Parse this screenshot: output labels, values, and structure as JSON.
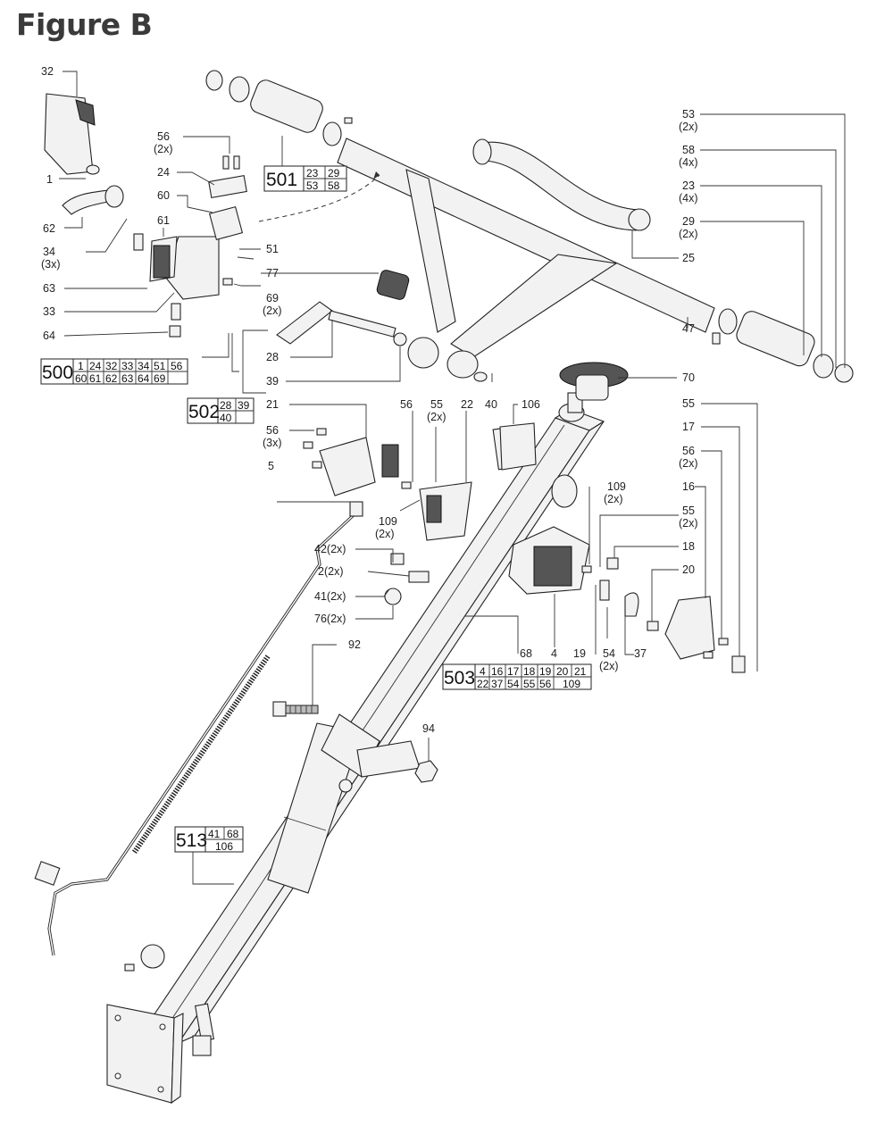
{
  "title": "Figure B",
  "callouts": [
    {
      "id": "c32",
      "text": "32"
    },
    {
      "id": "c1",
      "text": "1"
    },
    {
      "id": "c62",
      "text": "62"
    },
    {
      "id": "c34",
      "text": "34",
      "sub": "(3x)"
    },
    {
      "id": "c63",
      "text": "63"
    },
    {
      "id": "c33",
      "text": "33"
    },
    {
      "id": "c64",
      "text": "64"
    },
    {
      "id": "c56a",
      "text": "56",
      "sub": "(2x)"
    },
    {
      "id": "c24",
      "text": "24"
    },
    {
      "id": "c60",
      "text": "60"
    },
    {
      "id": "c61",
      "text": "61"
    },
    {
      "id": "c51",
      "text": "51"
    },
    {
      "id": "c77",
      "text": "77"
    },
    {
      "id": "c69",
      "text": "69",
      "sub": "(2x)"
    },
    {
      "id": "c28",
      "text": "28"
    },
    {
      "id": "c39",
      "text": "39"
    },
    {
      "id": "c53",
      "text": "53",
      "sub": "(2x)"
    },
    {
      "id": "c58",
      "text": "58",
      "sub": "(4x)"
    },
    {
      "id": "c23",
      "text": "23",
      "sub": "(4x)"
    },
    {
      "id": "c29",
      "text": "29",
      "sub": "(2x)"
    },
    {
      "id": "c25",
      "text": "25"
    },
    {
      "id": "c47",
      "text": "47"
    },
    {
      "id": "c70",
      "text": "70"
    },
    {
      "id": "c55a",
      "text": "55"
    },
    {
      "id": "c17",
      "text": "17"
    },
    {
      "id": "c56b",
      "text": "56",
      "sub": "(2x)"
    },
    {
      "id": "c16",
      "text": "16"
    },
    {
      "id": "c21",
      "text": "21"
    },
    {
      "id": "c56c",
      "text": "56",
      "sub": "(3x)"
    },
    {
      "id": "c5",
      "text": "5"
    },
    {
      "id": "c56d",
      "text": "56"
    },
    {
      "id": "c55b",
      "text": "55",
      "sub": "(2x)"
    },
    {
      "id": "c22",
      "text": "22"
    },
    {
      "id": "c40",
      "text": "40"
    },
    {
      "id": "c106",
      "text": "106"
    },
    {
      "id": "c109a",
      "text": "109",
      "sub": "(2x)"
    },
    {
      "id": "c109b",
      "text": "109",
      "sub": "(2x)"
    },
    {
      "id": "c55c",
      "text": "55",
      "sub": "(2x)"
    },
    {
      "id": "c18",
      "text": "18"
    },
    {
      "id": "c20",
      "text": "20"
    },
    {
      "id": "c42",
      "text": "42(2x)"
    },
    {
      "id": "c2",
      "text": "2(2x)"
    },
    {
      "id": "c41",
      "text": "41(2x)"
    },
    {
      "id": "c76",
      "text": "76(2x)"
    },
    {
      "id": "c68",
      "text": "68"
    },
    {
      "id": "c4",
      "text": "4"
    },
    {
      "id": "c19",
      "text": "19"
    },
    {
      "id": "c54",
      "text": "54",
      "sub": "(2x)"
    },
    {
      "id": "c37",
      "text": "37"
    },
    {
      "id": "c92",
      "text": "92"
    },
    {
      "id": "c94",
      "text": "94"
    }
  ],
  "assemblies": [
    {
      "id": "a501",
      "number": "501",
      "rows": [
        [
          "23",
          "29"
        ],
        [
          "53",
          "58"
        ]
      ]
    },
    {
      "id": "a500",
      "number": "500",
      "rows": [
        [
          "1",
          "24",
          "32",
          "33",
          "34",
          "51",
          "56"
        ],
        [
          "60",
          "61",
          "62",
          "63",
          "64",
          "69"
        ]
      ]
    },
    {
      "id": "a502",
      "number": "502",
      "rows": [
        [
          "28",
          "39"
        ],
        [
          "40"
        ]
      ]
    },
    {
      "id": "a503",
      "number": "503",
      "rows": [
        [
          "4",
          "16",
          "17",
          "18",
          "19",
          "20",
          "21"
        ],
        [
          "22",
          "37",
          "54",
          "55",
          "56",
          "109"
        ]
      ]
    },
    {
      "id": "a513",
      "number": "513",
      "rows": [
        [
          "41",
          "68"
        ],
        [
          "106"
        ]
      ]
    }
  ]
}
